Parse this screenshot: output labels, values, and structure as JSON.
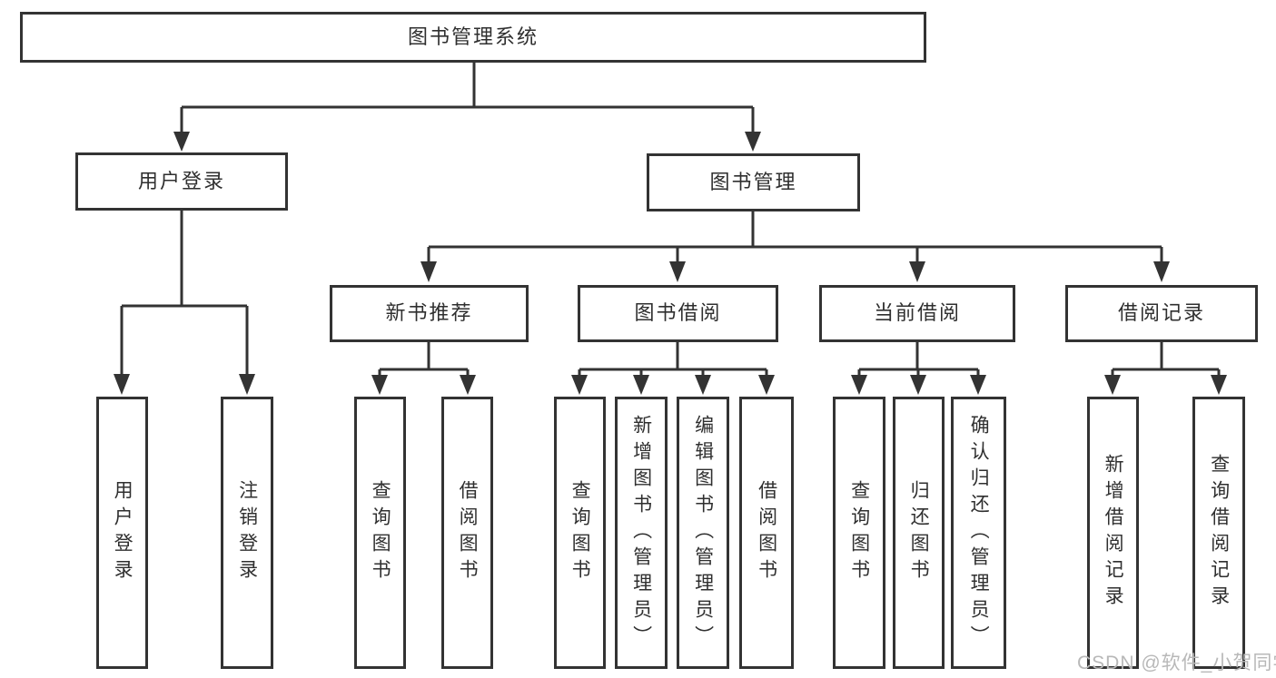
{
  "diagram": {
    "root": {
      "label": "图书管理系统"
    },
    "branches": [
      {
        "label": "用户登录",
        "children": [
          {
            "label": "用户登录"
          },
          {
            "label": "注销登录"
          }
        ]
      },
      {
        "label": "图书管理",
        "children": [
          {
            "label": "新书推荐",
            "children": [
              {
                "label": "查询图书"
              },
              {
                "label": "借阅图书"
              }
            ]
          },
          {
            "label": "图书借阅",
            "children": [
              {
                "label": "查询图书"
              },
              {
                "label": "新增图书（管理员）"
              },
              {
                "label": "编辑图书（管理员）"
              },
              {
                "label": "借阅图书"
              }
            ]
          },
          {
            "label": "当前借阅",
            "children": [
              {
                "label": "查询图书"
              },
              {
                "label": "归还图书"
              },
              {
                "label": "确认归还（管理员）"
              }
            ]
          },
          {
            "label": "借阅记录",
            "children": [
              {
                "label": "新增借阅记录"
              },
              {
                "label": "查询借阅记录"
              }
            ]
          }
        ]
      }
    ]
  },
  "watermark": {
    "text": "CSDN @软件_小贺同学"
  },
  "colors": {
    "line": "#333333",
    "box_border": "#333333",
    "box_fill": "#ffffff",
    "text": "#2f2f2f",
    "watermark": "#b8b8b8",
    "background": "#ffffff"
  }
}
